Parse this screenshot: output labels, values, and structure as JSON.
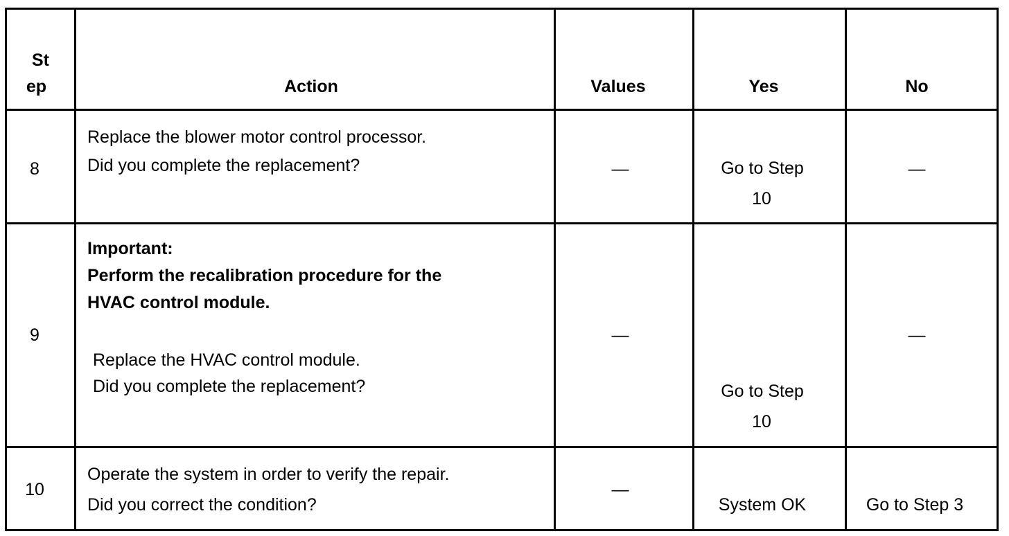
{
  "table": {
    "headers": {
      "step_line1": "St",
      "step_line2": "ep",
      "action": "Action",
      "values": "Values",
      "yes": "Yes",
      "no": "No"
    },
    "rows": [
      {
        "step": "8",
        "action_line1": "Replace the blower motor control processor.",
        "action_line2": "Did you complete the replacement?",
        "values": "—",
        "yes_line1": "Go to Step",
        "yes_line2": "10",
        "no": "—"
      },
      {
        "step": "9",
        "important_label": "Important:",
        "important_line1": "Perform the recalibration procedure for the",
        "important_line2": "HVAC control module.",
        "action_line1": "Replace the HVAC control module.",
        "action_line2": "Did you complete the replacement?",
        "values": "—",
        "yes_line1": "Go to Step",
        "yes_line2": "10",
        "no": "—"
      },
      {
        "step": "10",
        "action_line1": "Operate the system in order to verify the repair.",
        "action_line2": "Did you correct the condition?",
        "values": "—",
        "yes": "System OK",
        "no": "Go to Step 3"
      }
    ]
  }
}
